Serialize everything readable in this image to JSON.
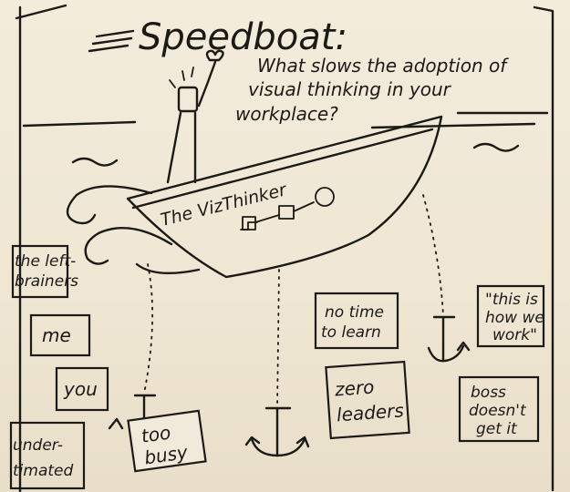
{
  "title": "Speedboat:",
  "question": {
    "line1": "What slows the adoption of",
    "line2": "visual thinking in your",
    "line3": "workplace?"
  },
  "boat_name": "The VizThinker",
  "anchors": [
    {
      "line1": "too",
      "line2": "busy"
    },
    {
      "line1": "zero",
      "line2": "leaders"
    },
    {
      "line1": "\"this is",
      "line2": "how we",
      "line3": "work\""
    }
  ],
  "labels": {
    "left_brainers": {
      "line1": "the left-",
      "line2": "brainers"
    },
    "me": "me",
    "you": "you",
    "underestimated": {
      "line1": "under-",
      "line2": "timated"
    },
    "no_time": {
      "line1": "no time",
      "line2": "to learn"
    },
    "boss": {
      "line1": "boss",
      "line2": "doesn't",
      "line3": "get it"
    }
  }
}
